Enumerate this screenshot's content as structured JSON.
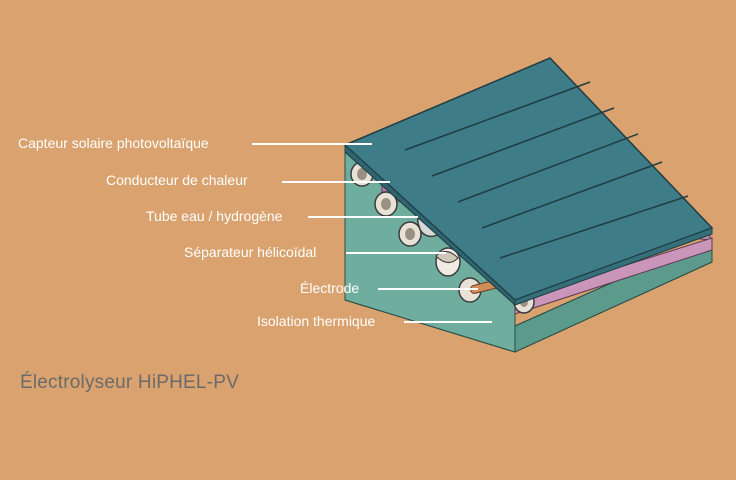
{
  "labels": {
    "pv_panel": "Capteur solaire photovoltaïque",
    "heat_conductor": "Conducteur de chaleur",
    "tube": "Tube eau / hydrogène",
    "separator": "Séparateur hélicoïdal",
    "electrode": "Électrode",
    "insulation": "Isolation thermique"
  },
  "title": "Électrolyseur HiPHEL-PV",
  "colors": {
    "background": "#D9A26E",
    "panel_top": "#3E7C88",
    "conductor": "#B87AA6",
    "insulation": "#5C9A8C",
    "labels": "#FFFFFF",
    "title": "#6B6B6B"
  }
}
